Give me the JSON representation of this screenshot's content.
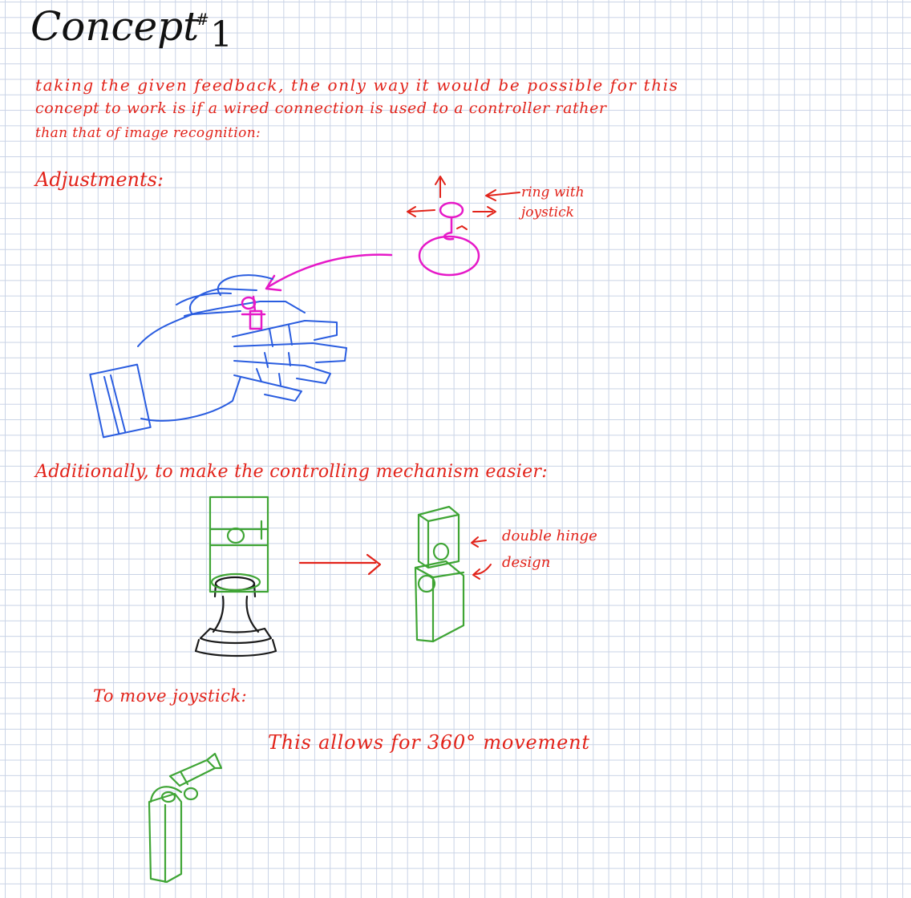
{
  "page": {
    "title": "Concept",
    "title_superscript": "#",
    "title_number": "1",
    "intro_line_1": "taking the given feedback, the only way it would be possible for this",
    "intro_line_2": "concept to work is if a wired connection is used to a controller rather",
    "intro_line_3": "than that of image recognition:",
    "adjustments_heading": "Adjustments:",
    "ring_note": "ring with\njoystick",
    "additionally_heading": "Additionally, to make the controlling mechanism easier:",
    "hinge_note": "double hinge\ndesign",
    "move_heading": "To move joystick:",
    "movement_note": "This allows for 360° movement"
  },
  "colors": {
    "text_black": "#111111",
    "text_red": "#e2231a",
    "joystick_ring": "#e619c8",
    "hand_sketch": "#2a5de0",
    "hinge_sketch": "#3fa535",
    "base_sketch": "#1a1a1a",
    "grid": "#c9d3e6"
  },
  "icons": {
    "ring_joystick": "ring-joystick-sketch-icon",
    "hand": "hand-with-ring-sketch-icon",
    "joystick_base": "joystick-base-sketch-icon",
    "double_hinge": "double-hinge-sketch-icon",
    "angled_hinge": "angled-hinge-sketch-icon"
  }
}
